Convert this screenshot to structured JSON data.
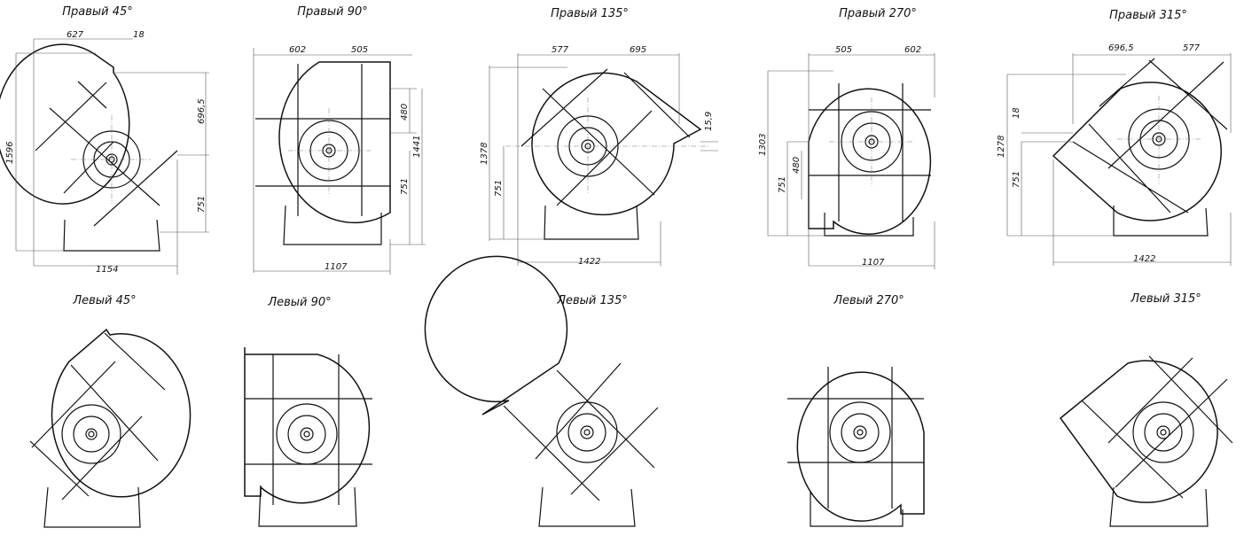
{
  "titles": {
    "r45": "Правый 45°",
    "r90": "Правый 90°",
    "r135": "Правый 135°",
    "r270": "Правый 270°",
    "r315": "Правый 315°",
    "l45": "Левый 45°",
    "l90": "Левый 90°",
    "l135": "Левый 135°",
    "l270": "Левый 270°",
    "l315": "Левый 315°"
  },
  "dims": {
    "r45": {
      "w1": "627",
      "w2": "18",
      "h_total": "1596",
      "h_up": "696,5",
      "h_down": "751",
      "w_total": "1154"
    },
    "r90": {
      "w1": "602",
      "w2": "505",
      "h1": "480",
      "h_total": "1441",
      "h_down": "751",
      "w_total": "1107"
    },
    "r135": {
      "w1": "577",
      "w2": "695",
      "h_total": "1378",
      "h_down": "751",
      "h_small": "15,9",
      "w_total": "1422"
    },
    "r270": {
      "w1": "505",
      "w2": "602",
      "h_total": "1303",
      "h1": "480",
      "h_down": "751",
      "w_total": "1107"
    },
    "r315": {
      "w1": "696,5",
      "w2": "577",
      "h_small": "18",
      "h_total": "1278",
      "h_down": "751",
      "w_total": "1422"
    }
  },
  "colors": {
    "line": "#111111",
    "dimension": "#555555"
  }
}
